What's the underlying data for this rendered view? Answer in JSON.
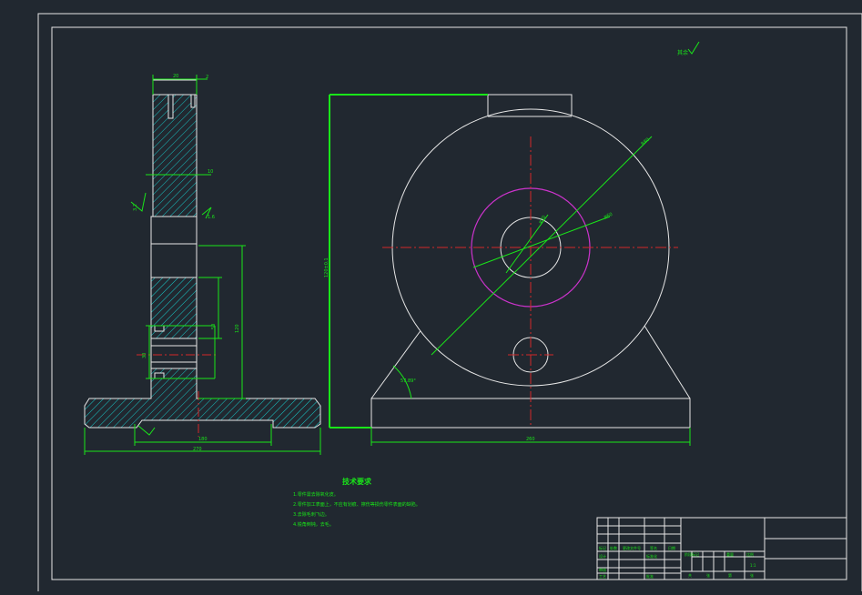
{
  "colors": {
    "background": "#212830",
    "outline": "#e6e6e6",
    "dimension": "#19e619",
    "center_line": "#d42828",
    "bore_circle": "#cc33cc",
    "hatch": "#19c8c8"
  },
  "annotations": {
    "surface_finish_note": "其余",
    "side_top_width": "20",
    "side_top_small": "2",
    "side_mid_label": "10",
    "side_left_roughness": "3.2",
    "side_right_roughness": "1.6",
    "side_height_a": "120",
    "side_height_b": "50",
    "side_height_c": "30",
    "base_inner_width": "180",
    "base_outer_width": "270",
    "front_height": "120±0.1",
    "front_radius_large": "R80",
    "front_diameter_small": "φ30",
    "front_diameter_mid": "φ60",
    "front_angle": "57.89°",
    "front_base_width": "260"
  },
  "notes": {
    "heading": "技术要求",
    "lines": [
      "1.零件需去除氧化皮。",
      "2.零件加工表面上，不应有划痕、擦伤等损伤零件表面的缺陷。",
      "3.去除毛刺飞边。",
      "4.锐角倒钝，去毛。"
    ]
  },
  "title_block": {
    "labels": [
      "标记",
      "处数",
      "更改文件号",
      "签名",
      "日期",
      "阶段标记",
      "重量",
      "比例",
      "设计",
      "标准化",
      "审核",
      "工艺",
      "批准",
      "共",
      "张",
      "第",
      "张",
      "1:1"
    ]
  }
}
